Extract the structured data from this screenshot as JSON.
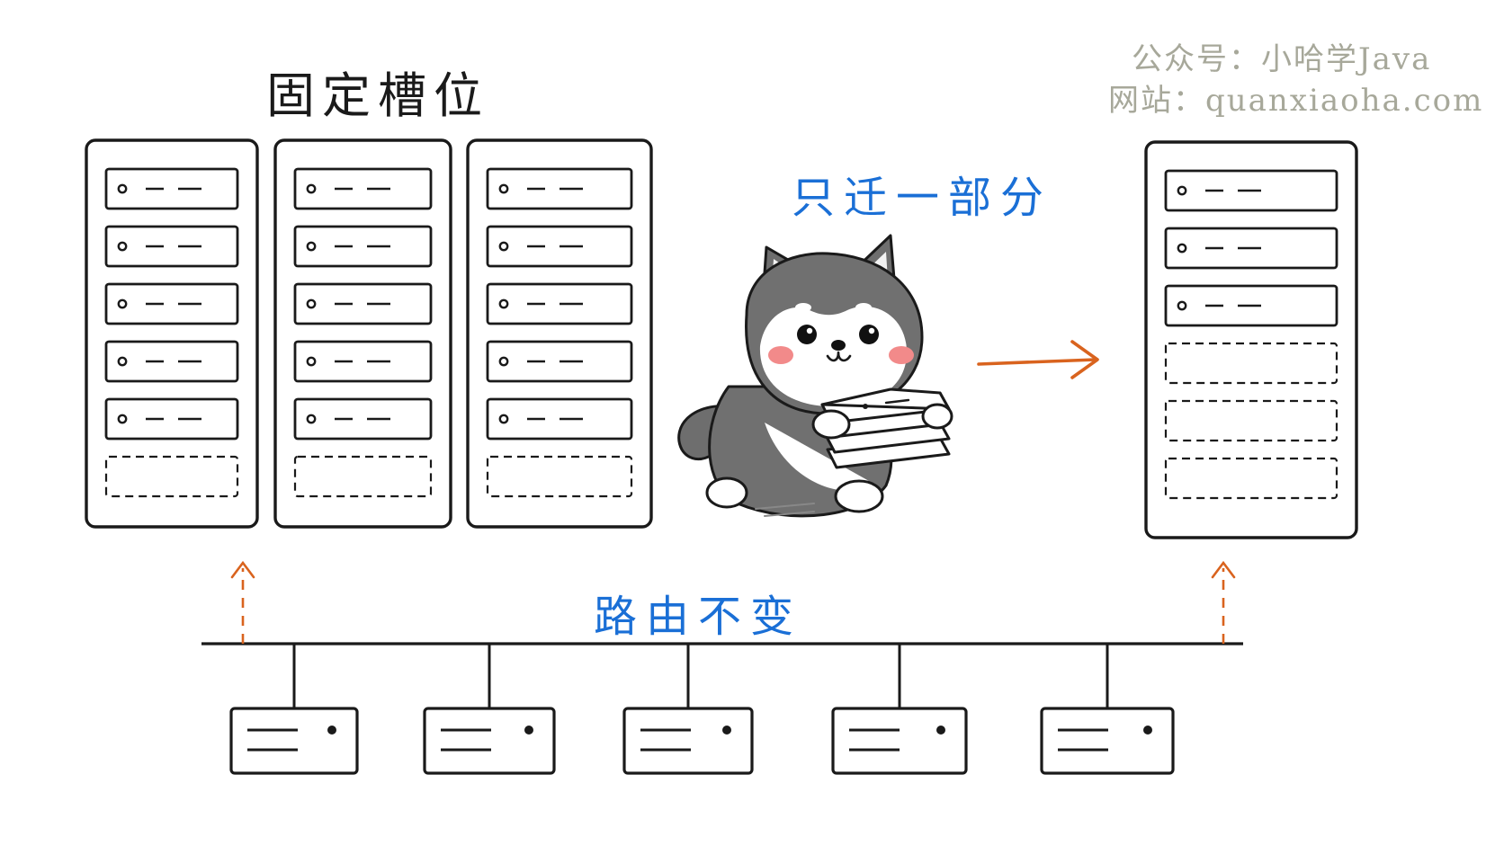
{
  "title": "固定槽位",
  "migrate_label": "只迁一部分",
  "routing_label": "路由不变",
  "watermark": {
    "line1": "公众号：小哈学Java",
    "line2": "网站：quanxiaoha.com"
  },
  "colors": {
    "stroke": "#1a1a1a",
    "blue_text": "#1a6fd6",
    "orange_arrow": "#d9631e",
    "watermark": "#a7a89a",
    "dog_fur": "#6e6e6e",
    "dog_cheek": "#f28a8a"
  },
  "source_racks": [
    {
      "filled": 5,
      "empty": 1
    },
    {
      "filled": 5,
      "empty": 1
    },
    {
      "filled": 5,
      "empty": 1
    }
  ],
  "target_rack": {
    "filled": 3,
    "empty": 3
  },
  "client_count": 5,
  "mascot": "shiba-dog-carrying-slots-icon"
}
